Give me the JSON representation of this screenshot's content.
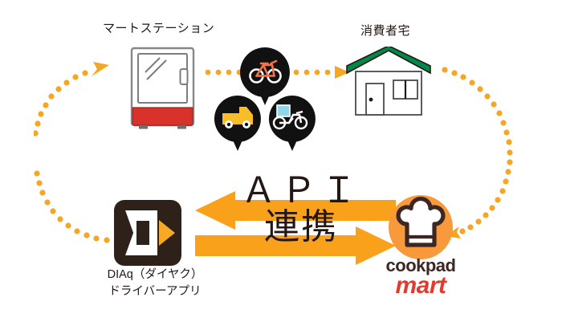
{
  "diagram": {
    "title_labels": {
      "mart_station": "マートステーション",
      "consumer_home": "消費者宅"
    },
    "center_text": {
      "line1": "ＡＰＩ",
      "line2": "連携"
    },
    "diaq": {
      "caption_line1": "DIAq（ダイヤク）",
      "caption_line2": "ドライバーアプリ",
      "icon_letter": "D"
    },
    "cookpad": {
      "word_top": "cookpad",
      "word_bottom": "mart"
    },
    "icons": {
      "mart_station": "vending-fridge-icon",
      "consumer_home": "house-icon",
      "bicycle": "bicycle-pin-icon",
      "van": "van-pin-icon",
      "motorcycle": "motorcycle-pin-icon",
      "chef_hat": "chef-hat-icon",
      "diaq_app": "diaq-app-icon"
    },
    "flow": {
      "arrow_to_left_app": "arrow-left",
      "arrow_to_right_service": "arrow-right",
      "dotted_top": "dotted-delivery-route",
      "dotted_left_arc": "dotted-return-arc-left",
      "dotted_right_arc": "dotted-return-arc-right"
    },
    "colors": {
      "accent_orange": "#F9A11B",
      "dot_orange": "#F5A623",
      "text_dark": "#231815",
      "house_roof_green": "#00874A",
      "fridge_red": "#D8322B",
      "fridge_gray": "#BFBFBF",
      "pin_black": "#111111",
      "bicycle_orange": "#F4734B",
      "van_yellow": "#F7BE29",
      "cookpad_brown": "#3E2723",
      "mart_red": "#E23A2E",
      "cookpad_circle_orange": "#F89A3C",
      "diaq_dark": "#2E211A",
      "background": "#FFFFFF"
    }
  }
}
